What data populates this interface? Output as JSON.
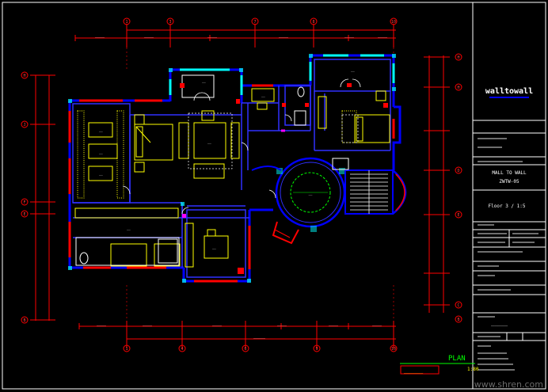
{
  "drawing": {
    "plan_label": "PLAN",
    "scale": "1:80",
    "brand": "walltowall",
    "title_block_lines": [
      "MALL TO WALL",
      "ZWTW-05",
      "Floor 3 / 1:5"
    ],
    "colors": {
      "background": "#000000",
      "wall": "#0000ff",
      "wall_inner": "#3030ff",
      "furniture": "#ffff00",
      "dimension": "#ff0000",
      "axis_bubble": "#ff0000",
      "frame": "#ffffff",
      "green": "#00ff00",
      "cyan": "#00ffff",
      "magenta": "#ff00ff"
    },
    "top_axes": [
      "1",
      "3",
      "7",
      "8",
      "10"
    ],
    "bottom_axes": [
      "1",
      "4",
      "6",
      "9",
      "10"
    ],
    "left_axes": [
      "H",
      "J",
      "F",
      "E",
      "B"
    ],
    "right_axes": [
      "H",
      "H",
      "D",
      "E",
      "C",
      "B"
    ]
  },
  "watermark": "www.shren.com"
}
